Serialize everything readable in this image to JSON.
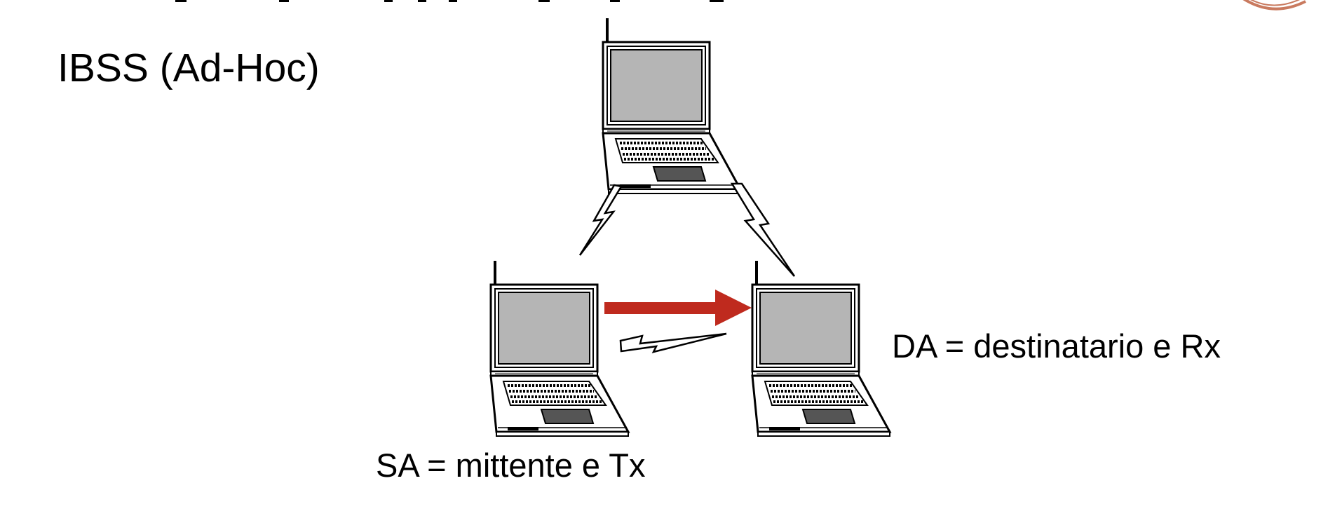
{
  "title": "IBSS (Ad-Hoc)",
  "labels": {
    "source": "SA = mittente e Tx",
    "destination": "DA = destinatario e Rx"
  },
  "colors": {
    "arrow": "#BF2A1E",
    "screen": "#B5B5B5",
    "body": "#FFFFFF",
    "outline": "#000000",
    "logo": "#C97A5F"
  },
  "nodes": [
    {
      "role": "ad-hoc-station",
      "icon": "laptop-icon"
    },
    {
      "role": "sender",
      "icon": "laptop-icon"
    },
    {
      "role": "receiver",
      "icon": "laptop-icon"
    }
  ],
  "links": [
    {
      "between": [
        "top",
        "left"
      ],
      "icon": "wireless-link-icon"
    },
    {
      "between": [
        "top",
        "right"
      ],
      "icon": "wireless-link-icon"
    },
    {
      "between": [
        "left",
        "right"
      ],
      "icon": "wireless-link-icon"
    }
  ],
  "transmission": {
    "from": "sender",
    "to": "receiver",
    "icon": "direction-arrow-icon"
  }
}
